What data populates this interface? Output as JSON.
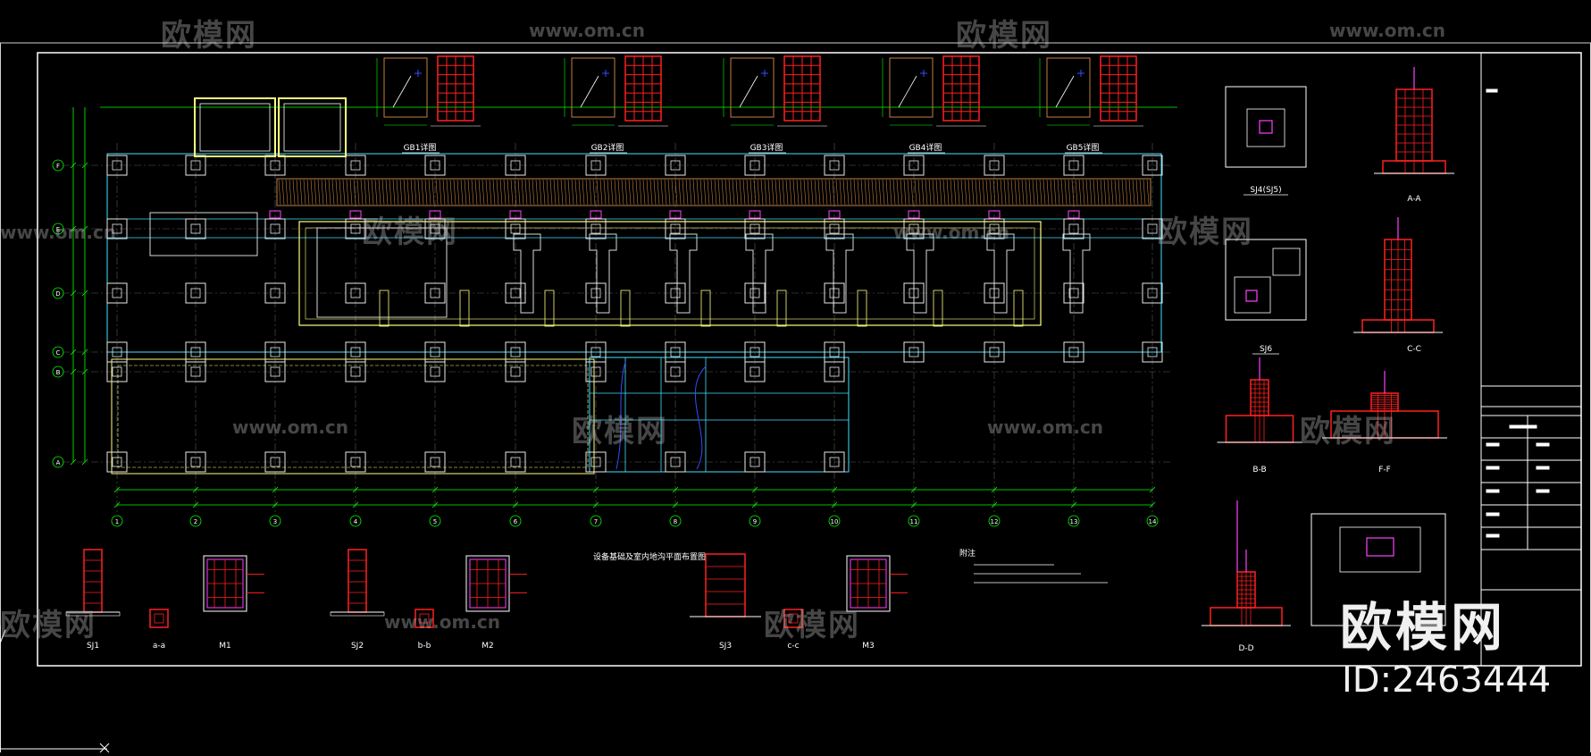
{
  "watermark": {
    "brand": "欧模网",
    "url": "www.om.cn",
    "id": "ID:2463444"
  },
  "grid": {
    "columns": [
      "1",
      "2",
      "3",
      "4",
      "5",
      "6",
      "7",
      "8",
      "9",
      "10",
      "11",
      "12",
      "13",
      "14"
    ],
    "rows": [
      "F",
      "E",
      "D",
      "C",
      "B",
      "A"
    ]
  },
  "top_details": [
    "GB1详图",
    "GB2详图",
    "GB3详图",
    "GB4详图",
    "GB5详图"
  ],
  "right_details": [
    "SJ4(SJ5)",
    "SJ6",
    "A-A",
    "C-C",
    "B-B",
    "F-F",
    "D-D"
  ],
  "bottom_details": [
    "SJ1",
    "a-a",
    "M1",
    "SJ2",
    "b-b",
    "M2",
    "SJ3",
    "c-c",
    "M3"
  ],
  "notes_title": "附注",
  "plan_title": "设备基础及室内地沟平面布置图",
  "colors": {
    "background": "#000000",
    "frame": "#ffffff",
    "grid": "#00ff00",
    "rebar": "#ff2020",
    "column": "#ffffff",
    "trench": "#ffff80",
    "cyan": "#40e0ff",
    "magenta": "#ff40ff",
    "orange": "#c08040"
  }
}
